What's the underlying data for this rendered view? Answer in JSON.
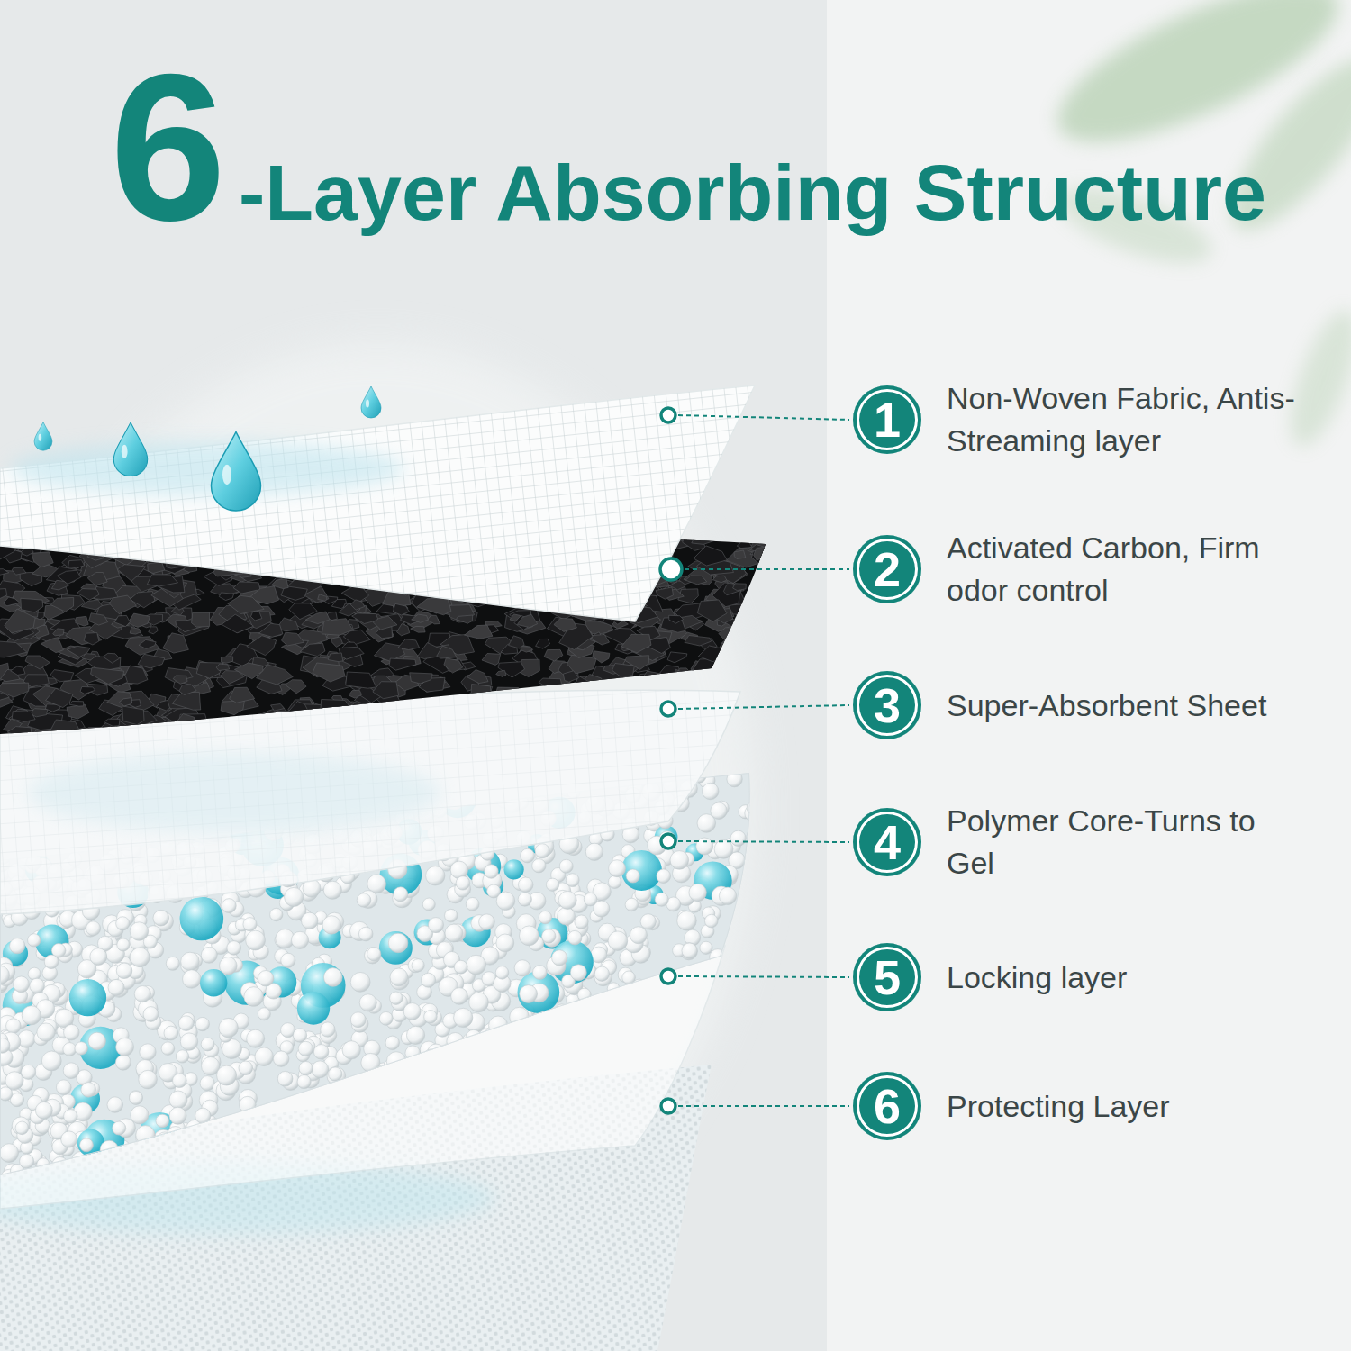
{
  "diagram": {
    "title": "6-Layer Absorbing Structure",
    "nodes": [
      {
        "text": [
          "1",
          "Non-Woven Fabric, Antis-Streaming layer"
        ]
      },
      {
        "text": [
          "2",
          "Activated Carbon, Firm odor control"
        ]
      },
      {
        "text": [
          "3",
          "Super-Absorbent Sheet"
        ]
      },
      {
        "text": [
          "4",
          "Polymer Core-Turns to Gel"
        ]
      },
      {
        "text": [
          "5",
          "Locking layer"
        ]
      },
      {
        "text": [
          "6",
          "Protecting Layer"
        ]
      }
    ]
  }
}
